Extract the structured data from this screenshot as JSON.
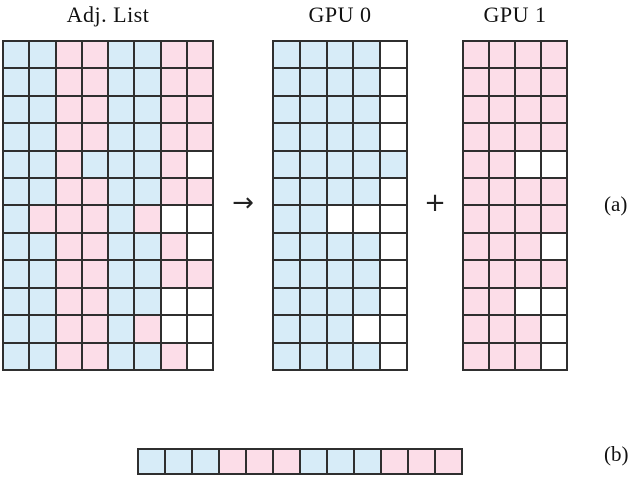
{
  "colors": {
    "map": {
      "B": "#d7ecf8",
      "P": "#fcdde8",
      "W": "#ffffff"
    },
    "grid_line": "#2f2f2f",
    "text": "#111111"
  },
  "panels": {
    "adj": {
      "title": "Adj. List",
      "cols": 8,
      "rows": [
        "BBPPBBPP",
        "BBPPBBPP",
        "BBPPBBPP",
        "BBPPBBPP",
        "BBPBBBPW",
        "BBPPBBPP",
        "BPPPBPWW",
        "BBPPBBPW",
        "BBPPBBPP",
        "BBPPBBWW",
        "BBPPBPWW",
        "BBPPBBPW"
      ]
    },
    "gpu0": {
      "title": "GPU 0",
      "cols": 5,
      "rows": [
        "BBBBW",
        "BBBBW",
        "BBBBW",
        "BBBBW",
        "BBBBB",
        "BBBBW",
        "BBWWW",
        "BBBBW",
        "BBBBW",
        "BBBBW",
        "BBBWW",
        "BBBBW"
      ]
    },
    "gpu1": {
      "title": "GPU 1",
      "cols": 4,
      "rows": [
        "PPPP",
        "PPPP",
        "PPPP",
        "PPPP",
        "PPWW",
        "PPPP",
        "PPPP",
        "PPPW",
        "PPPP",
        "PPWW",
        "PPPW",
        "PPPW"
      ]
    }
  },
  "strip": {
    "cols": 12,
    "rows": [
      "BBBPPPBBBPPP"
    ]
  },
  "operators": {
    "arrow": "→",
    "plus": "+"
  },
  "labels": {
    "a": "(a)",
    "b": "(b)"
  }
}
